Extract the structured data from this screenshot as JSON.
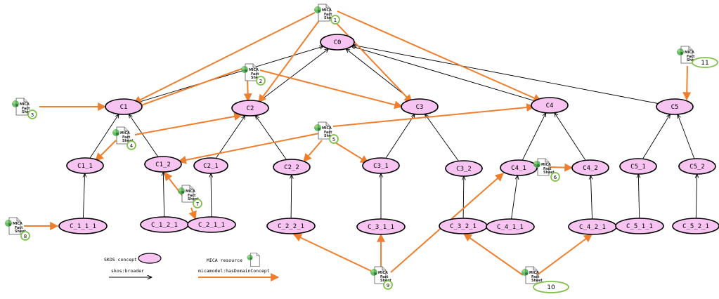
{
  "colors": {
    "concept_fill": "#f7c4f2",
    "concept_stroke": "#000000",
    "broader_edge": "#000000",
    "domain_edge": "#ef7f2f",
    "badge_stroke": "#7fc14a"
  },
  "concepts": [
    {
      "id": "C0",
      "label": "C0"
    },
    {
      "id": "C1",
      "label": "C1"
    },
    {
      "id": "C2",
      "label": "C2"
    },
    {
      "id": "C3",
      "label": "C3"
    },
    {
      "id": "C4",
      "label": "C4"
    },
    {
      "id": "C5",
      "label": "C5"
    },
    {
      "id": "C1_1",
      "label": "C1_1"
    },
    {
      "id": "C1_2",
      "label": "C1_2"
    },
    {
      "id": "C2_1",
      "label": "C2_1"
    },
    {
      "id": "C2_2",
      "label": "C2_2"
    },
    {
      "id": "C3_1",
      "label": "C3_1"
    },
    {
      "id": "C3_2",
      "label": "C3_2"
    },
    {
      "id": "C4_1",
      "label": "C4_1"
    },
    {
      "id": "C4_2",
      "label": "C4_2"
    },
    {
      "id": "C5_1",
      "label": "C5_1"
    },
    {
      "id": "C5_2",
      "label": "C5_2"
    },
    {
      "id": "C_1_1_1",
      "label": "C_1_1_1"
    },
    {
      "id": "C_1_2_1",
      "label": "C_1_2_1"
    },
    {
      "id": "C_2_1_1",
      "label": "C_2_1_1"
    },
    {
      "id": "C_2_2_1",
      "label": "C_2_2_1"
    },
    {
      "id": "C_3_1_1",
      "label": "C_3_1_1"
    },
    {
      "id": "C_3_2_1",
      "label": "C_3_2_1"
    },
    {
      "id": "C_4_1_1",
      "label": "C_4_1_1"
    },
    {
      "id": "C_4_2_1",
      "label": "C_4_2_1"
    },
    {
      "id": "C_5_1_1",
      "label": "C_5_1_1"
    },
    {
      "id": "C_5_2_1",
      "label": "C_5_2_1"
    }
  ],
  "resources": [
    {
      "id": "R1",
      "badge": "1",
      "icon_text": "MICA",
      "doc_text": [
        "Fact",
        "Sheet"
      ]
    },
    {
      "id": "R2",
      "badge": "2",
      "icon_text": "MICA",
      "doc_text": [
        "Fact",
        "Sheet"
      ]
    },
    {
      "id": "R3",
      "badge": "3",
      "icon_text": "MICA",
      "doc_text": [
        "Fact",
        "Sheet"
      ]
    },
    {
      "id": "R4",
      "badge": "4",
      "icon_text": "MICA",
      "doc_text": [
        "Fact",
        "Sheet"
      ]
    },
    {
      "id": "R5",
      "badge": "5",
      "icon_text": "MICA",
      "doc_text": [
        "Fact",
        "Sheet"
      ]
    },
    {
      "id": "R6",
      "badge": "6",
      "icon_text": "MICA",
      "doc_text": [
        "Fact",
        "Sheet"
      ]
    },
    {
      "id": "R7",
      "badge": "7",
      "icon_text": "MICA",
      "doc_text": [
        "Fact",
        "Sheet"
      ]
    },
    {
      "id": "R8",
      "badge": "8",
      "icon_text": "MICA",
      "doc_text": [
        "Fact",
        "Sheet"
      ]
    },
    {
      "id": "R9",
      "badge": "9",
      "icon_text": "MICA",
      "doc_text": [
        "Fact",
        "Sheet"
      ]
    },
    {
      "id": "R10",
      "badge": "10",
      "icon_text": "MICA",
      "doc_text": [
        "Fact",
        "Sheet"
      ]
    },
    {
      "id": "R11",
      "badge": "11",
      "icon_text": "MICA",
      "doc_text": [
        "Fact",
        "Sheet"
      ]
    }
  ],
  "broader_edges": [
    [
      "C1",
      "C0"
    ],
    [
      "C2",
      "C0"
    ],
    [
      "C3",
      "C0"
    ],
    [
      "C4",
      "C0"
    ],
    [
      "C5",
      "C0"
    ],
    [
      "C1_1",
      "C1"
    ],
    [
      "C1_2",
      "C1"
    ],
    [
      "C2_1",
      "C2"
    ],
    [
      "C2_2",
      "C2"
    ],
    [
      "C3_1",
      "C3"
    ],
    [
      "C3_2",
      "C3"
    ],
    [
      "C4_1",
      "C4"
    ],
    [
      "C4_2",
      "C4"
    ],
    [
      "C5_1",
      "C5"
    ],
    [
      "C5_2",
      "C5"
    ],
    [
      "C_1_1_1",
      "C1_1"
    ],
    [
      "C_1_2_1",
      "C1_2"
    ],
    [
      "C_2_1_1",
      "C2_1"
    ],
    [
      "C_2_2_1",
      "C2_2"
    ],
    [
      "C_3_1_1",
      "C3_1"
    ],
    [
      "C_3_2_1",
      "C3_2"
    ],
    [
      "C_4_1_1",
      "C4_1"
    ],
    [
      "C_4_2_1",
      "C4_2"
    ],
    [
      "C_5_1_1",
      "C5_1"
    ],
    [
      "C_5_2_1",
      "C5_2"
    ]
  ],
  "domain_edges": [
    [
      "R1",
      "C1"
    ],
    [
      "R1",
      "C2"
    ],
    [
      "R1",
      "C3"
    ],
    [
      "R1",
      "C4"
    ],
    [
      "R2",
      "C1"
    ],
    [
      "R2",
      "C2"
    ],
    [
      "R2",
      "C3"
    ],
    [
      "R3",
      "C1"
    ],
    [
      "R4",
      "C2"
    ],
    [
      "R4",
      "C1_1"
    ],
    [
      "R5",
      "C4"
    ],
    [
      "R5",
      "C1_2"
    ],
    [
      "R5",
      "C2_2"
    ],
    [
      "R5",
      "C3_1"
    ],
    [
      "R6",
      "C4_2"
    ],
    [
      "R7",
      "C1_2"
    ],
    [
      "R7",
      "C_2_1_1"
    ],
    [
      "R8",
      "C_1_1_1"
    ],
    [
      "R9",
      "C_2_2_1"
    ],
    [
      "R9",
      "C_3_1_1"
    ],
    [
      "R9",
      "C4_1"
    ],
    [
      "R10",
      "C_3_2_1"
    ],
    [
      "R10",
      "C_4_2_1"
    ],
    [
      "R11",
      "C5"
    ]
  ],
  "legend": {
    "concept_label": "SKOS concept",
    "broader_label": "skos:broader",
    "resource_label": "MICA resource",
    "domain_label": "micamodel:hasDomainConcept"
  }
}
